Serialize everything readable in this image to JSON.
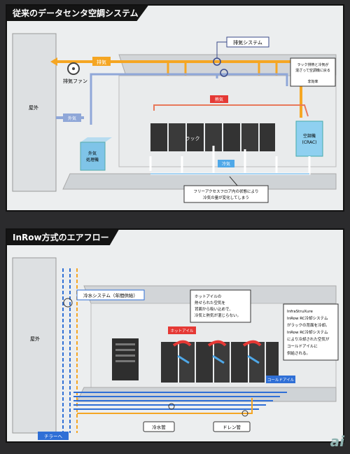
{
  "diagram1": {
    "title": "従来のデータセンタ空調システム",
    "exhaust_system": "排気システム",
    "exhaust_fan": "排気ファン",
    "exhaust_arrow_label": "排気",
    "outside": "屋外",
    "outside_air": "外気",
    "outside_air_unit": [
      "外気",
      "処理機"
    ],
    "rack": "ラック",
    "crac": [
      "空調機",
      "(CRAC)"
    ],
    "hot_exhaust": "熱気",
    "cold_air": "冷気",
    "mixing_note": [
      "ラック排熱と冷気が",
      "混ざって空調機に戻る",
      "非効率"
    ],
    "floor_note": [
      "フリーアクセスフロア内の状態により",
      "冷気の量が変化してしまう"
    ]
  },
  "diagram2": {
    "title": "InRow方式のエアフロー",
    "cooling_system": "冷水システム（年間供給）",
    "outside": "屋外",
    "hot_aisle": "ホットアイル",
    "cold_aisle": "コールドアイル",
    "hot_aisle_note": [
      "ホットアイルの",
      "熱せられた空気を",
      "背面から吸い込めで、",
      "冷気と熱気が混じらない。"
    ],
    "infra_note": [
      "InfraStruXure",
      "InRow RC冷却システム",
      "がラックの背面を冷却。",
      "InRow RC冷却システム",
      "により冷却された空気が",
      "コールドアイルに",
      "供給される。"
    ],
    "chilled_water_pipe": "冷水管",
    "drain_pipe": "ドレン管",
    "to_chiller": "チラーへ"
  },
  "watermark": "ai",
  "colors": {
    "hot": "#f5a623",
    "cold": "#2f6fd6",
    "cold_light": "#4fa8e8",
    "exhaust_red": "#e53935",
    "panel": "#eceeef",
    "background": "#2b2b2d"
  }
}
